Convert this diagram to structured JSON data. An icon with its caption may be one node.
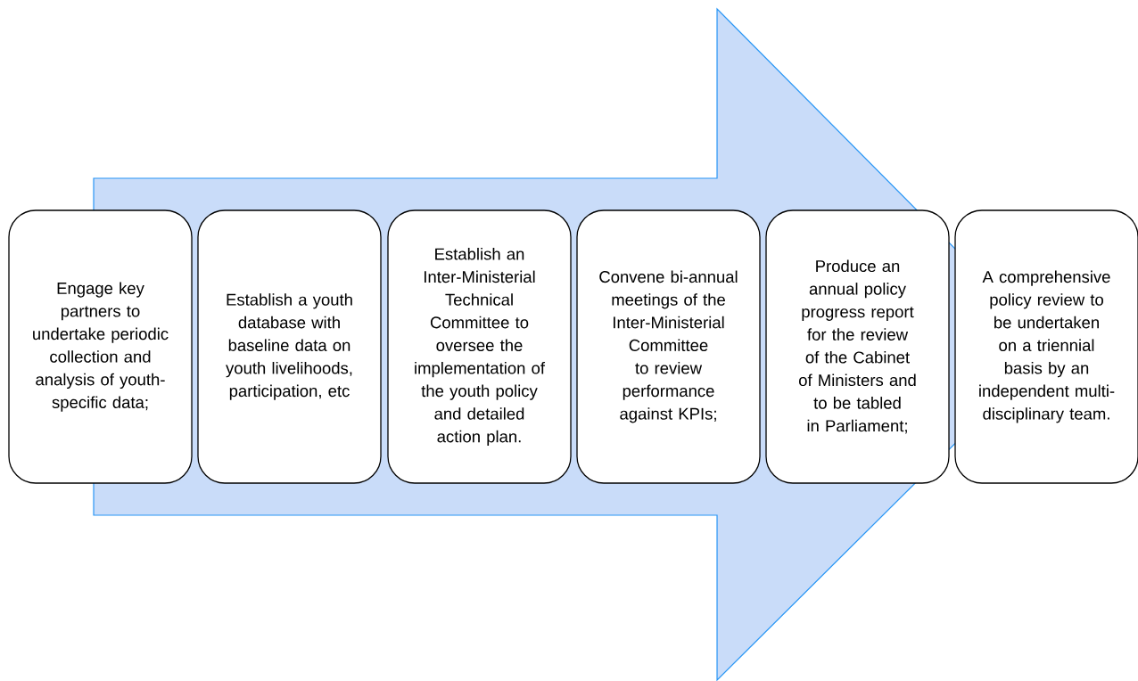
{
  "diagram": {
    "nodes": [
      {
        "text": [
          "Engage key partners to undertake periodic collection and analysis of youth-specific data;"
        ]
      },
      {
        "text": [
          "Establish a youth database with baseline data on youth livelihoods, participation, etc"
        ]
      },
      {
        "text": [
          "Establish an Inter-Ministerial Technical Committee to oversee the implementation of the youth policy and detailed action plan."
        ]
      },
      {
        "text": [
          "Convene bi-annual meetings of the Inter-Ministerial Committee to review performance against KPIs;"
        ]
      },
      {
        "text": [
          "Produce an annual policy progress report for the review of the Cabinet of Ministers and to be tabled in Parliament;"
        ]
      },
      {
        "text": [
          "A comprehensive policy review to be undertaken on a triennial basis by an independent multi-disciplinary team."
        ]
      }
    ],
    "edges": [
      {
        "from": 0,
        "to": 5,
        "arrow": "to"
      }
    ]
  }
}
